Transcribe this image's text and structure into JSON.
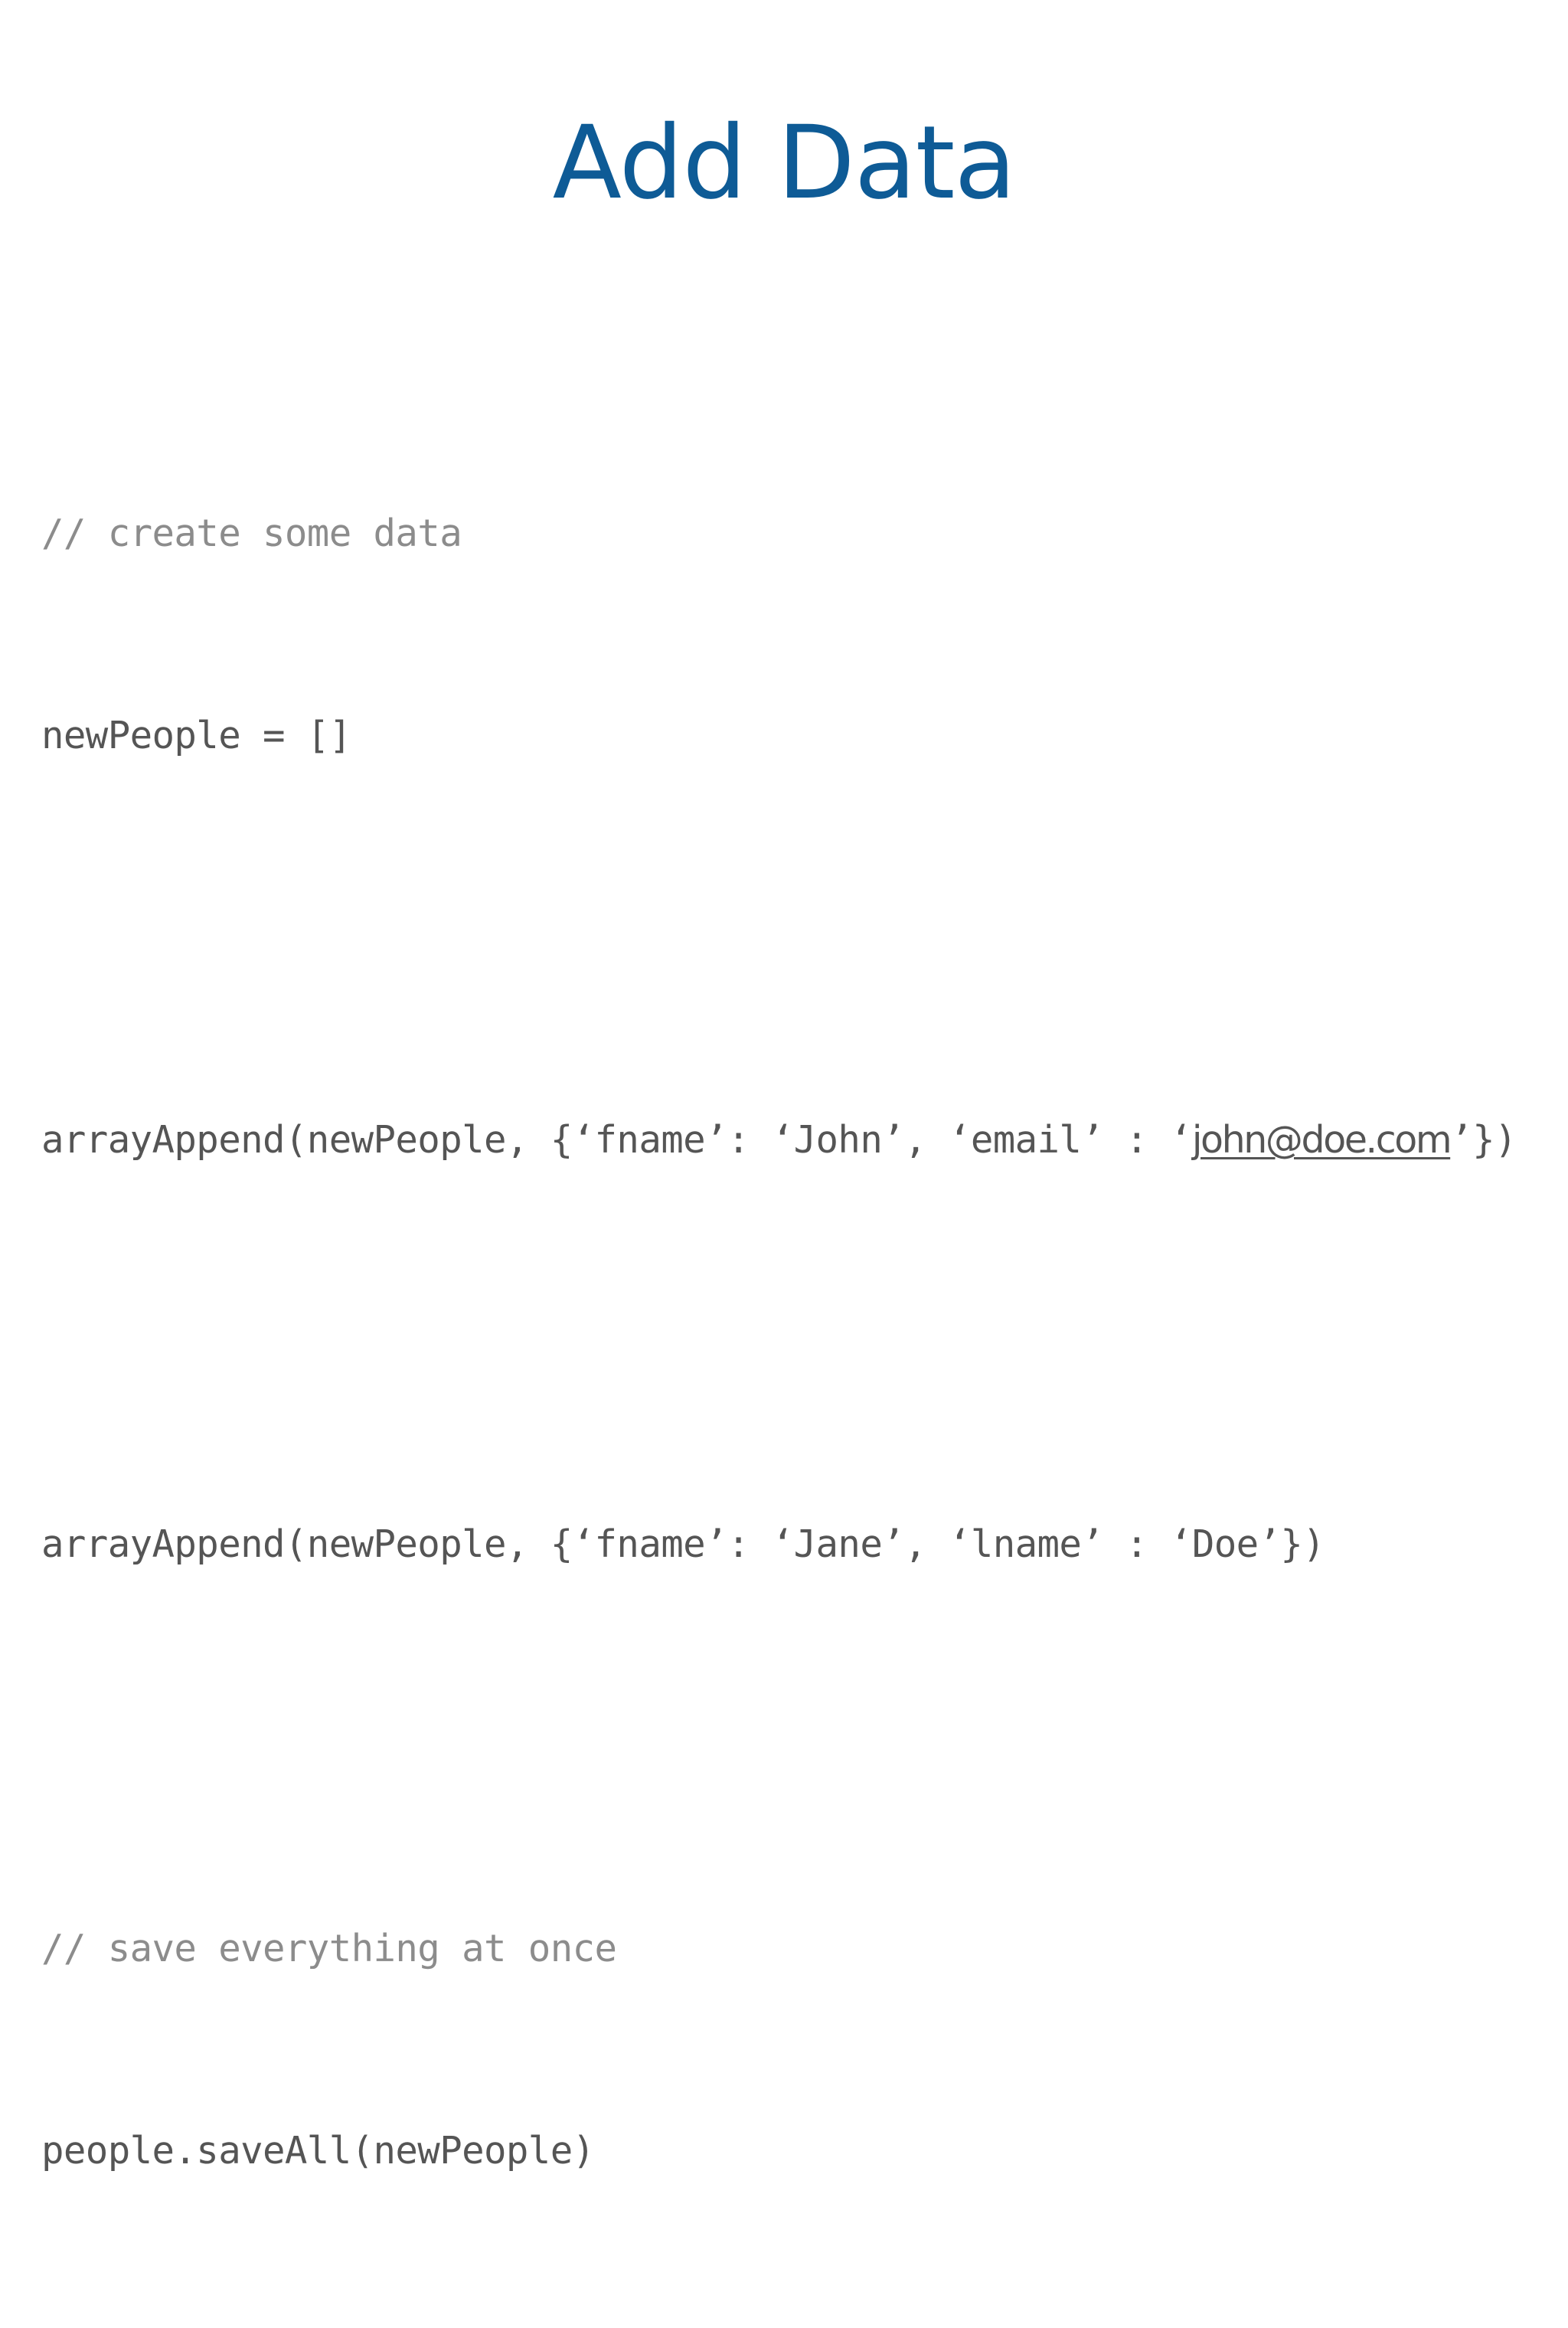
{
  "slide": {
    "title": "Add Data",
    "title_color": "#0e5b96",
    "background_color": "#ffffff",
    "comment_color": "#8c8c8c",
    "code_color": "#555555"
  },
  "code": {
    "lines": [
      {
        "kind": "comment",
        "text": "// create some data"
      },
      {
        "kind": "code",
        "text": "newPeople = []"
      },
      {
        "kind": "blank",
        "text": ""
      },
      {
        "kind": "code-link",
        "before": "arrayAppend(newPeople, {‘fname’: ‘John’, ‘email’ : ‘",
        "link": "john@doe.com",
        "after": "’})"
      },
      {
        "kind": "blank",
        "text": ""
      },
      {
        "kind": "code",
        "text": "arrayAppend(newPeople, {‘fname’: ‘Jane’, ‘lname’ : ‘Doe’})"
      },
      {
        "kind": "blank",
        "text": ""
      },
      {
        "kind": "comment",
        "text": "// save everything at once"
      },
      {
        "kind": "code",
        "text": "people.saveAll(newPeople)"
      }
    ],
    "line_0": "// create some data",
    "line_1": "newPeople = []",
    "line_3_before": "arrayAppend(newPeople, {‘fname’: ‘John’, ‘email’ : ‘",
    "line_3_link": "john@doe.com",
    "line_3_after": "’})",
    "line_5": "arrayAppend(newPeople, {‘fname’: ‘Jane’, ‘lname’ : ‘Doe’})",
    "line_7": "// save everything at once",
    "line_8": "people.saveAll(newPeople)"
  }
}
